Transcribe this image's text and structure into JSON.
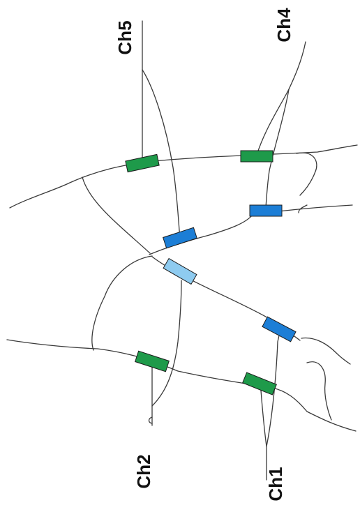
{
  "labels": {
    "ch1": "Ch1",
    "ch2": "Ch2",
    "ch4": "Ch4",
    "ch5": "Ch5"
  },
  "colors": {
    "emg_sensor": "#1e9a4a",
    "accel_sensor": "#1c7ed6",
    "accel_sensor_light": "#8ecbf0",
    "outline": "#3a3a3a"
  }
}
